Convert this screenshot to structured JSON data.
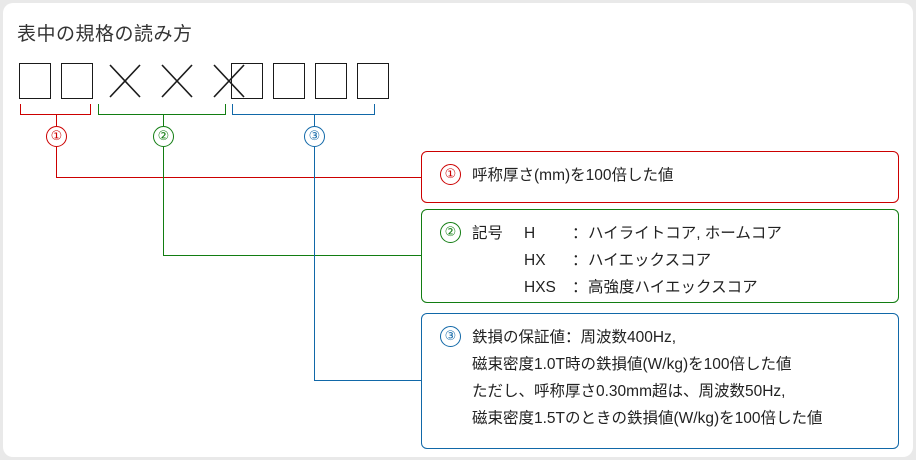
{
  "title": "表中の規格の読み方",
  "symbol_row": {
    "groups": [
      {
        "id": "group-1",
        "color": "#cc0000",
        "marker": "①",
        "symbols": [
          "box",
          "box"
        ]
      },
      {
        "id": "group-2",
        "color": "#127d12",
        "marker": "②",
        "symbols": [
          "cross",
          "cross",
          "cross"
        ]
      },
      {
        "id": "group-3",
        "color": "#1168a8",
        "marker": "③",
        "symbols": [
          "box",
          "box",
          "box",
          "box"
        ]
      }
    ]
  },
  "callouts": [
    {
      "marker": "①",
      "color": "#cc0000",
      "lines": [
        "呼称厚さ(mm)を100倍した値"
      ]
    },
    {
      "marker": "②",
      "color": "#127d12",
      "label": "記号",
      "entries": [
        {
          "code": "H",
          "colon": "：",
          "desc": "ハイライトコア, ホームコア"
        },
        {
          "code": "HX",
          "colon": "：",
          "desc": "ハイエックスコア"
        },
        {
          "code": "HXS",
          "colon": "：",
          "desc": "高強度ハイエックスコア"
        }
      ]
    },
    {
      "marker": "③",
      "color": "#1168a8",
      "lines": [
        "鉄損の保証値：周波数400Hz,",
        "磁束密度1.0T時の鉄損値(W/kg)を100倍した値",
        "ただし、呼称厚さ0.30mm超は、周波数50Hz,",
        "磁束密度1.5Tのときの鉄損値(W/kg)を100倍した値"
      ]
    }
  ],
  "colors": {
    "red": "#cc0000",
    "green": "#127d12",
    "blue": "#1168a8",
    "symbol_outline": "#1a1a1a",
    "card_background": "#ffffff",
    "page_background": "#e9e9e9",
    "text": "#222222",
    "title_text": "#333333"
  }
}
